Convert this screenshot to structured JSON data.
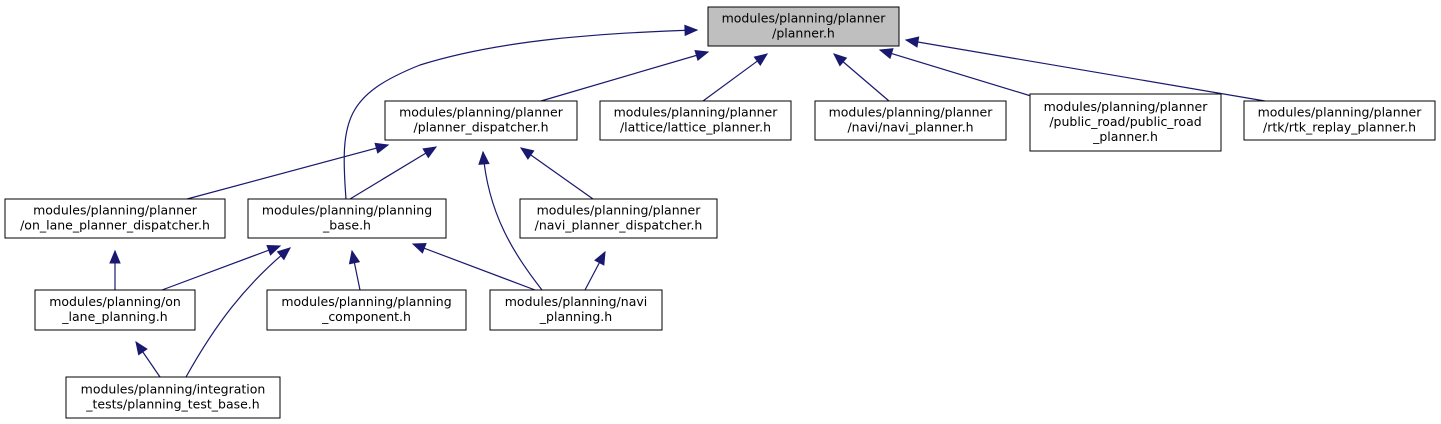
{
  "graph": {
    "edge_color": "#191970",
    "root_fill": "#bfbfbf",
    "nodes": [
      {
        "id": "planner",
        "lines": [
          "modules/planning/planner",
          "/planner.h"
        ],
        "root": true
      },
      {
        "id": "planner_dispatcher",
        "lines": [
          "modules/planning/planner",
          "/planner_dispatcher.h"
        ]
      },
      {
        "id": "lattice_planner",
        "lines": [
          "modules/planning/planner",
          "/lattice/lattice_planner.h"
        ]
      },
      {
        "id": "navi_planner",
        "lines": [
          "modules/planning/planner",
          "/navi/navi_planner.h"
        ]
      },
      {
        "id": "public_road_planner",
        "lines": [
          "modules/planning/planner",
          "/public_road/public_road",
          "_planner.h"
        ]
      },
      {
        "id": "rtk_replay_planner",
        "lines": [
          "modules/planning/planner",
          "/rtk/rtk_replay_planner.h"
        ]
      },
      {
        "id": "on_lane_planner_dispatcher",
        "lines": [
          "modules/planning/planner",
          "/on_lane_planner_dispatcher.h"
        ]
      },
      {
        "id": "planning_base",
        "lines": [
          "modules/planning/planning",
          "_base.h"
        ]
      },
      {
        "id": "navi_planner_dispatcher",
        "lines": [
          "modules/planning/planner",
          "/navi_planner_dispatcher.h"
        ]
      },
      {
        "id": "on_lane_planning",
        "lines": [
          "modules/planning/on",
          "_lane_planning.h"
        ]
      },
      {
        "id": "planning_component",
        "lines": [
          "modules/planning/planning",
          "_component.h"
        ]
      },
      {
        "id": "navi_planning",
        "lines": [
          "modules/planning/navi",
          "_planning.h"
        ]
      },
      {
        "id": "planning_test_base",
        "lines": [
          "modules/planning/integration",
          "_tests/planning_test_base.h"
        ]
      }
    ],
    "edges": [
      {
        "from": "planner_dispatcher",
        "to": "planner"
      },
      {
        "from": "lattice_planner",
        "to": "planner"
      },
      {
        "from": "navi_planner",
        "to": "planner"
      },
      {
        "from": "public_road_planner",
        "to": "planner"
      },
      {
        "from": "rtk_replay_planner",
        "to": "planner"
      },
      {
        "from": "planning_base",
        "to": "planner"
      },
      {
        "from": "on_lane_planner_dispatcher",
        "to": "planner_dispatcher"
      },
      {
        "from": "planning_base",
        "to": "planner_dispatcher"
      },
      {
        "from": "navi_planner_dispatcher",
        "to": "planner_dispatcher"
      },
      {
        "from": "navi_planning",
        "to": "planner_dispatcher"
      },
      {
        "from": "on_lane_planning",
        "to": "on_lane_planner_dispatcher"
      },
      {
        "from": "on_lane_planning",
        "to": "planning_base"
      },
      {
        "from": "planning_component",
        "to": "planning_base"
      },
      {
        "from": "navi_planning",
        "to": "planning_base"
      },
      {
        "from": "planning_test_base",
        "to": "planning_base"
      },
      {
        "from": "navi_planning",
        "to": "navi_planner_dispatcher"
      },
      {
        "from": "planning_test_base",
        "to": "on_lane_planning"
      }
    ]
  }
}
